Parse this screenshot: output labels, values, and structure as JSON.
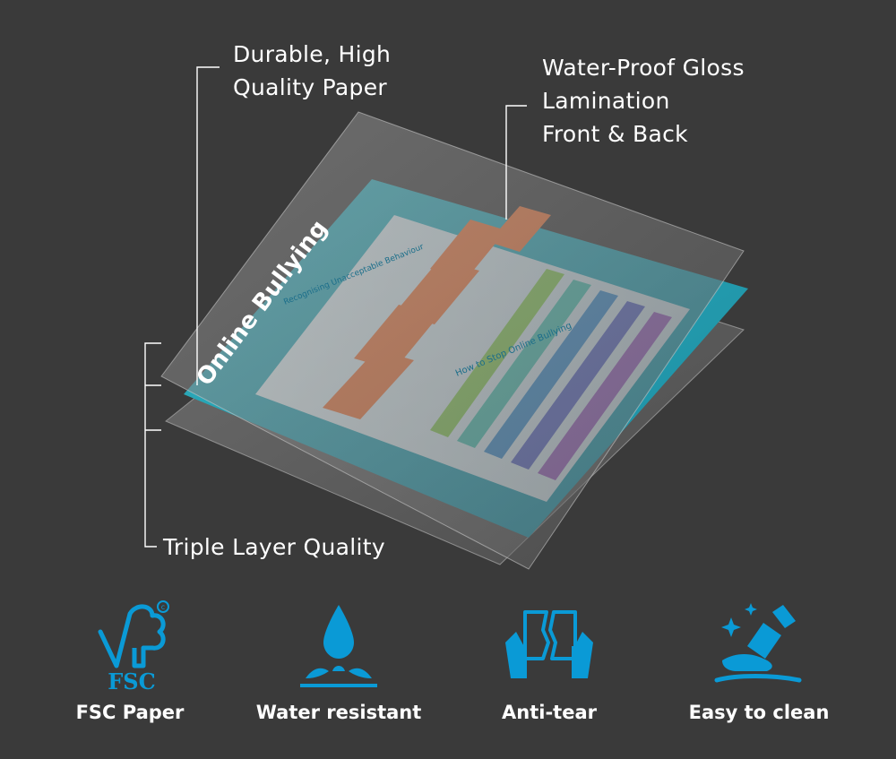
{
  "colors": {
    "background": "#3a3a3a",
    "accent": "#0a9ad6",
    "poster_teal": "#2aa6b4",
    "poster_orange": "#e8733a"
  },
  "callouts": {
    "top_left": [
      "Durable, High",
      "Quality Paper"
    ],
    "top_right": [
      "Water-Proof Gloss",
      "Lamination",
      "Front & Back"
    ],
    "bottom": "Triple Layer Quality"
  },
  "poster": {
    "title": "Online Bullying",
    "subtitle": "Recognising Unacceptable Behaviour",
    "section": "How to Stop Online Bullying"
  },
  "features": [
    {
      "icon": "fsc-tree-icon",
      "badge": "FSC",
      "label": "FSC Paper"
    },
    {
      "icon": "water-drop-icon",
      "label": "Water resistant"
    },
    {
      "icon": "torn-paper-hands-icon",
      "label": "Anti-tear"
    },
    {
      "icon": "cleaning-spray-hand-icon",
      "label": "Easy to clean"
    }
  ]
}
